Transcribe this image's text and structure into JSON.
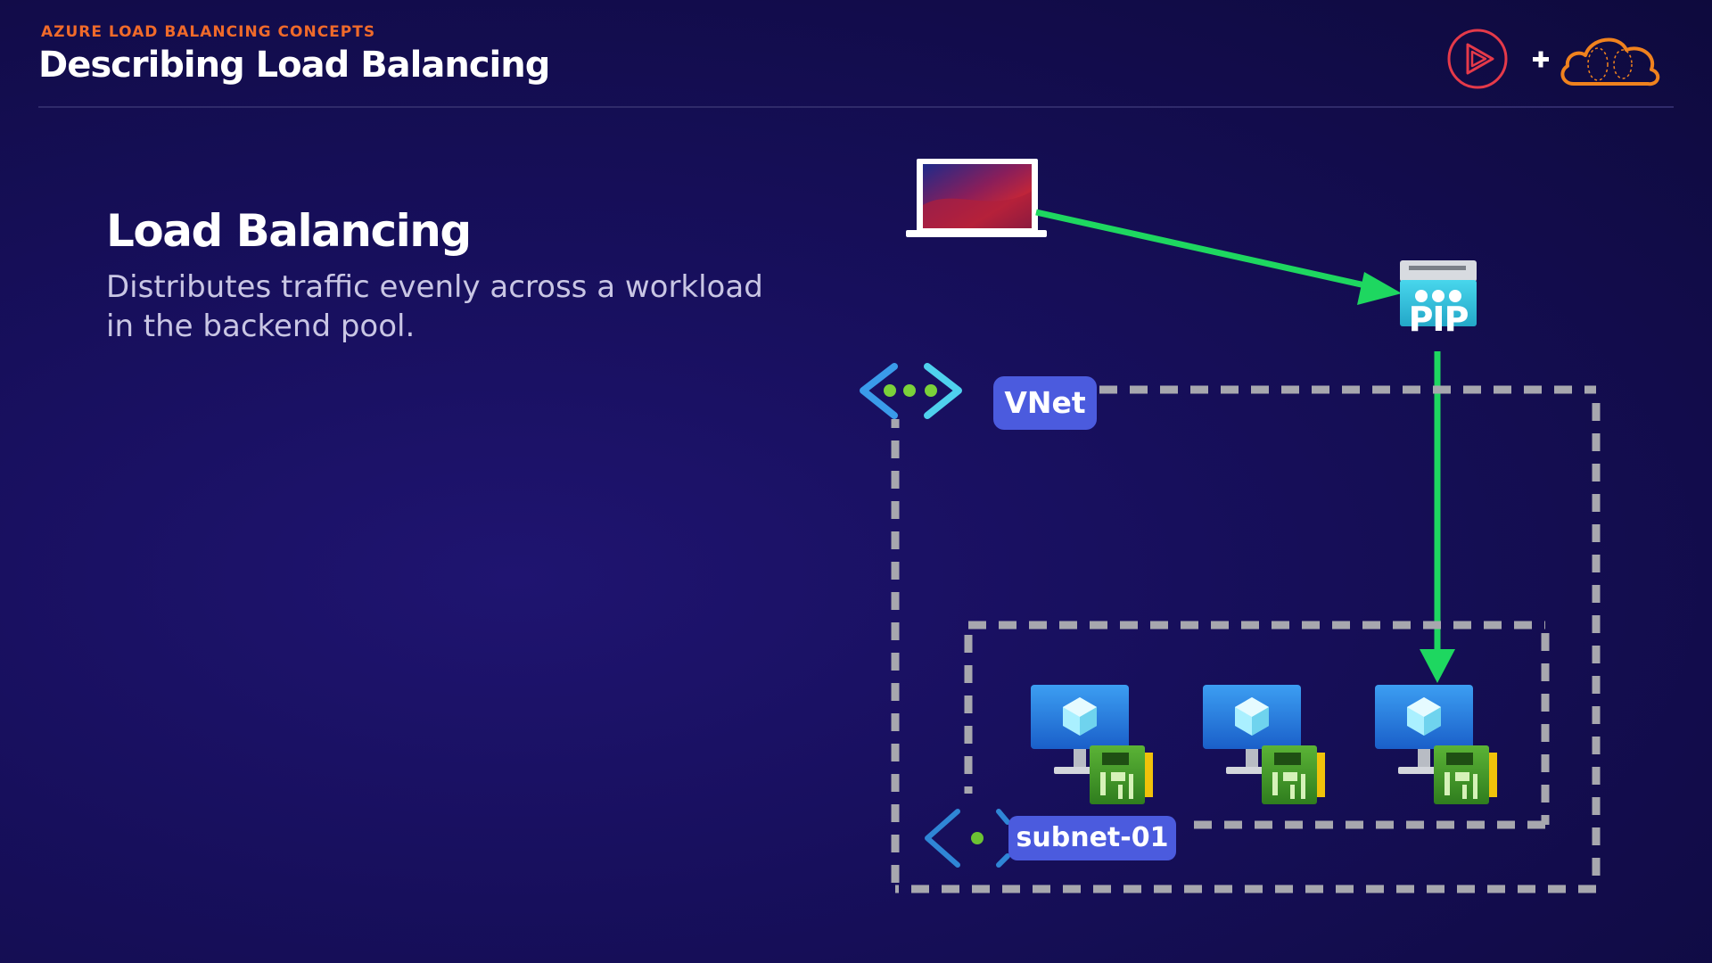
{
  "header": {
    "kicker": "AZURE LOAD BALANCING CONCEPTS",
    "title": "Describing Load Balancing",
    "plus": "+"
  },
  "section": {
    "title": "Load Balancing",
    "description": "Distributes traffic evenly across a workload in the backend pool."
  },
  "diagram": {
    "pip_label": "PIP",
    "vnet_label": "VNet",
    "subnet_label": "subnet-01",
    "vm_count": 3
  },
  "colors": {
    "accent_orange": "#f06a2a",
    "arrow_green": "#1ed760",
    "pill_blue": "#4b5bde",
    "dash_gray": "#a7a7ae"
  },
  "icons": [
    "pluralsight-play-icon",
    "plus-icon",
    "cloud-logo-icon",
    "laptop-icon",
    "public-ip-icon",
    "vnet-icon",
    "subnet-icon",
    "virtual-machine-icon",
    "network-interface-icon"
  ]
}
